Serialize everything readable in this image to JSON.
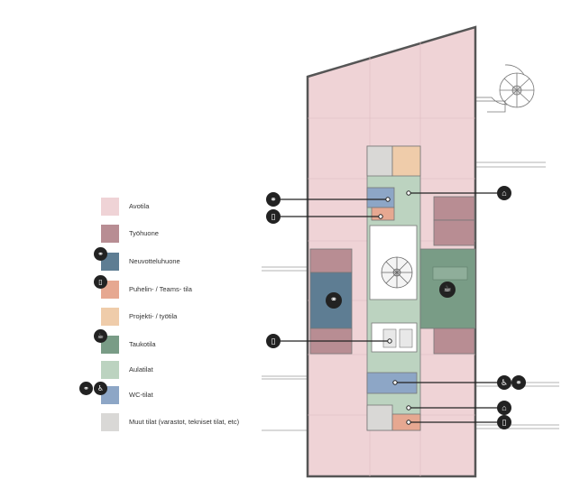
{
  "colors": {
    "avotila": "#efd3d6",
    "tyohuone": "#b88d93",
    "neuvotteluhuone": "#5e7d93",
    "puhelin": "#e6a891",
    "projekti": "#efccaa",
    "taukotila": "#799c86",
    "aulatilat": "#bcd3c0",
    "wc": "#8da6c6",
    "muut": "#d9d8d6",
    "wall": "#555555",
    "badge": "#222222"
  },
  "legend": [
    {
      "key": "avotila",
      "label": "Avotila",
      "icon": ""
    },
    {
      "key": "tyohuone",
      "label": "Työhuone",
      "icon": ""
    },
    {
      "key": "neuvotteluhuone",
      "label": "Neuvotteluhuone",
      "icon": "meeting-people-icon"
    },
    {
      "key": "puhelin",
      "label": "Puhelin- / Teams- tila",
      "icon": "phone-icon"
    },
    {
      "key": "projekti",
      "label": "Projekti- / työtila",
      "icon": ""
    },
    {
      "key": "taukotila",
      "label": "Taukotila",
      "icon": "coffee-icon"
    },
    {
      "key": "aulatilat",
      "label": "Aulatilat",
      "icon": ""
    },
    {
      "key": "wc",
      "label": "WC-tilat",
      "icon": "wc-accessible-icon"
    },
    {
      "key": "muut",
      "label": "Muut tilat (varastot, tekniset tilat, etc)",
      "icon": ""
    }
  ],
  "icons": {
    "wc": "♿",
    "people": "👥",
    "phone": "▯",
    "coffee": "☕",
    "hanger": "⌂"
  }
}
